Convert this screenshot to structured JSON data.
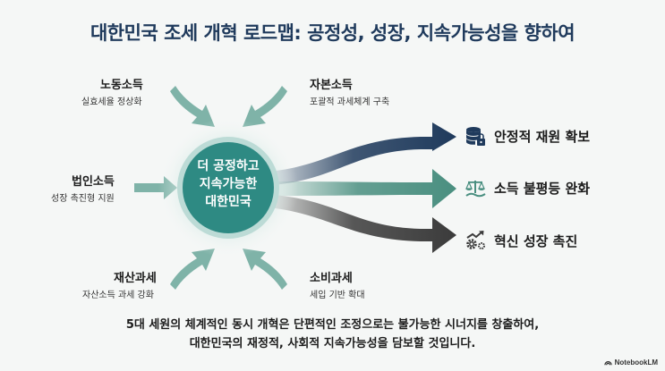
{
  "title": "대한민국 조세 개혁 로드맵: 공정성, 성장, 지속가능성을 향하여",
  "center": {
    "lines": [
      "더 공정하고",
      "지속가능한",
      "대한민국"
    ]
  },
  "sources": [
    {
      "title": "노동소득",
      "subtitle": "실효세율 정상화"
    },
    {
      "title": "자본소득",
      "subtitle": "포괄적 과세체계 구축"
    },
    {
      "title": "법인소득",
      "subtitle": "성장 촉진형 지원"
    },
    {
      "title": "재산과세",
      "subtitle": "자산소득 과세 강화"
    },
    {
      "title": "소비과세",
      "subtitle": "세입 기반 확대"
    }
  ],
  "outcomes": [
    {
      "label": "안정적 재원 확보",
      "icon": "database-lock-icon",
      "color": "#1f3a5c"
    },
    {
      "label": "소득 불평등 완화",
      "icon": "balance-scale-icon",
      "color": "#4a8f80"
    },
    {
      "label": "혁신 성장 촉진",
      "icon": "growth-gear-icon",
      "color": "#3b3b3b"
    }
  ],
  "conclusion": {
    "lines": [
      "5대 세원의 체계적인 동시 개혁은 단편적인 조정으로는 불가능한 시너지를 창출하여,",
      "대한민국의 재정적, 사회적 지속가능성을 담보할 것입니다."
    ]
  },
  "logo": {
    "text": "NotebookLM"
  },
  "colors": {
    "title": "#1f3a5c",
    "circle": "#2e8a83",
    "circle_ring": "#bcdbd6",
    "inbound_arrow": "#7fb3a8",
    "navy": "#1f3a5c",
    "teal": "#4a8f80",
    "dark": "#3b3b3b"
  }
}
